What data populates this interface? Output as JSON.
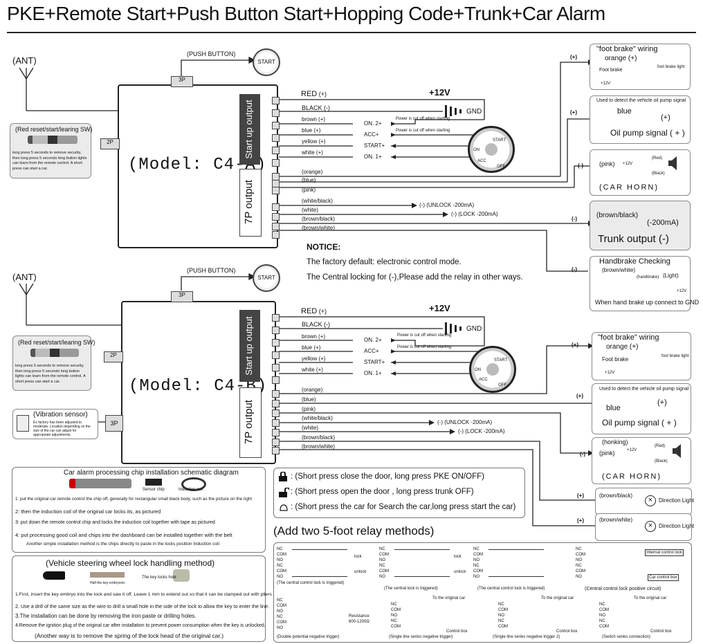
{
  "title": "PKE+Remote Start+Push Button Start+Hopping Code+Trunk+Car Alarm",
  "push_button": "(PUSH BUTTON)",
  "start": "START",
  "ant": "(ANT)",
  "connector_3p": "3P",
  "connector_2p": "2P",
  "model_a": "(Model: C4-A)",
  "model_b": "(Model: C4-B)",
  "startup_output": "Start up output",
  "output_7p": "7P output",
  "red_sw": {
    "title": "(Red reset/start/learing SW)",
    "title_b": "(Red reset/start/learing SW)",
    "desc": "long press 5 seconds to remove security, then long press 5 seconds long button lights can learn from the remote control. A short press can start a car.",
    "desc_b": "long press 5 seconds to remove security, then long press 5 seconds long button lights can learn from the remote control. A short press can start a car."
  },
  "vibration": {
    "title": "(Vibration sensor)",
    "desc": "Ex factory has been adjusted to moderate. Location depending on the size of the car can adjust for appropriate adjustments.",
    "connector": "3P"
  },
  "wires_top": {
    "red": "RED",
    "red_pol": "(+)",
    "black": "BLACK (-)",
    "brown": "brown",
    "brown_pol": "(+)",
    "blue": "blue",
    "blue_pol": "(+)",
    "yellow": "yellow",
    "yellow_pol": "(+)",
    "white": "white",
    "white_pol": "(+)",
    "v12": "+12V",
    "gnd": "GND",
    "on2": "ON. 2+",
    "acc": "ACC+",
    "startp": "START+",
    "on1": "ON. 1+",
    "cut1": "Power is cut off when starting",
    "cut2": "Power is cut off when starting",
    "ign_start": "START",
    "ign_on": "ON",
    "ign_acc": "ACC",
    "ign_off": "OFF"
  },
  "wires_7p": {
    "orange": "(orange)",
    "blue": "(blue)",
    "pink": "(pink)",
    "white_black": "(white/black)",
    "white": "(white)",
    "brown_black": "(brown/black)",
    "brown_white": "(brown/white)",
    "unlock": "(-) (UNLOCK -200mA)",
    "lock": "(-) (LOCK  -200mA)"
  },
  "foot_brake": {
    "title": "\"foot brake\" wiring",
    "orange": "orange (+)",
    "foot": "Foot brake",
    "light": "foot brake light",
    "v12": "+12V",
    "pol": "(+)"
  },
  "oil_pump": {
    "title": "Used to detect the vehicle oil pump signal",
    "blue": "blue",
    "plus": "(+)",
    "signal": "Oil pump signal ( + )",
    "pol": "(+)"
  },
  "horn": {
    "pink": "(pink)",
    "v12": "+12V",
    "red": "(Red)",
    "black": "(Black)",
    "label": "(CAR HORN)",
    "pol": "(-)",
    "honking": "(honking)"
  },
  "trunk": {
    "brown_black": "(brown/black)",
    "ma": "(-200mA)",
    "label": "Trunk output (-)",
    "pol": "(-)"
  },
  "handbrake": {
    "title": "Handbrake Checking",
    "brown_white": "(brown/white)",
    "handbrake": "(handbrake)",
    "light": "(Light)",
    "v12": "+12V",
    "gnd": "When hand brake up connect to GND",
    "pol": "(-)"
  },
  "notice": {
    "title": "NOTICE:",
    "line1": "The factory default: electronic control mode.",
    "line2": "The Central locking for (-),Please add the relay in other ways."
  },
  "direction": {
    "brown_black": "(brown/black)",
    "brown_white": "(brown/white)",
    "label": "Direction Light",
    "pol": "(+)"
  },
  "chip": {
    "title": "Car alarm processing chip installation schematic diagram",
    "sensor": "Sensor chip",
    "coil": "Induction coil",
    "l1": "1: put the original car remote control the chip off, generally for rectangular small black body, such as the picture on the right",
    "l2": "2: then the induction coil of the original car locks its, as pictured",
    "l3": "3: put down the remote control chip and locks the induction coil together with tape as pictured",
    "l4": "4: put processing good coil and chips into the dashboard can be installed together with the belt",
    "l5": "Another simple installation method is the chips directly to paste in the locks position induction coil"
  },
  "steering": {
    "title": "(Vehicle steering wheel lock handling method)",
    "half": "Half the key embryonic",
    "hole": "The key locks hole",
    "l1": "1.First, insert the key embryo into the lock and saw it off. Leave 1 mm to extend out so that it can be clamped out with pliers at any time.",
    "l2": "2. Use a drill of the same size as the wire to drill a small hole in the side of the lock to allow the key to enter the line.",
    "l3": "3.The installation can be done by removing the iron paste or drilling holes.",
    "l4": "4.Remove the ignition plug of the original car after installation to prevent power consumption when the key is unlocked.",
    "l5": "(Another way is to remove the spring of the lock head of the original car.)"
  },
  "legend": {
    "lock": "(Short press close the door, long press PKE ON/OFF)",
    "unlock": "(Short press open the door , long press trunk OFF)",
    "search": "(Short press the car for Search the car,long press start the car)"
  },
  "relay": {
    "title": "(Add two 5-foot relay methods)",
    "c1": "(The central control lock is triggered)",
    "c2": "(The central lock is triggered)",
    "c3": "(The central control lock is triggered)",
    "c4": "(Central control lock positive circuit)",
    "c5": "(Double potential negative trigger)",
    "c6": "(Single line serios negative trigger)",
    "c7": "(Single line series negative trigger 2)",
    "c8": "(Switch series connection)",
    "nc": "NC",
    "com": "COM",
    "no": "NO",
    "lock": "lock",
    "unlock": "unlock",
    "res": "Resistance",
    "res_v": "600-1200Ω",
    "to_car": "To the original car",
    "ctrl": "Control box",
    "icl": "Internal control lock",
    "ccb": "Car control box"
  }
}
